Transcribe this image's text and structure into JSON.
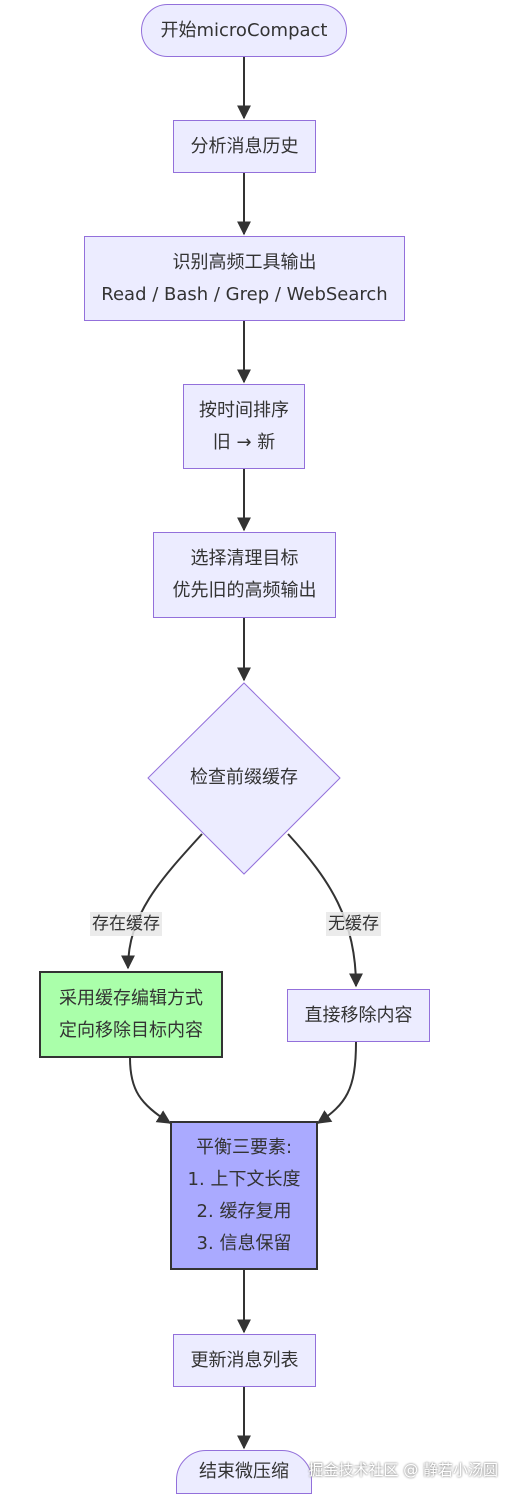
{
  "nodes": {
    "start": "开始microCompact",
    "analyze": "分析消息历史",
    "identify": {
      "line1": "识别高频工具输出",
      "line2": "Read / Bash / Grep / WebSearch"
    },
    "sort": {
      "line1": "按时间排序",
      "line2": "旧 → 新"
    },
    "select": {
      "line1": "选择清理目标",
      "line2": "优先旧的高频输出"
    },
    "check": "检查前缀缓存",
    "cached_path": {
      "line1": "采用缓存编辑方式",
      "line2": "定向移除目标内容"
    },
    "direct_remove": "直接移除内容",
    "balance": {
      "line1": "平衡三要素:",
      "line2": "1. 上下文长度",
      "line3": "2. 缓存复用",
      "line4": "3. 信息保留"
    },
    "update": "更新消息列表",
    "end": "结束微压缩"
  },
  "edge_labels": {
    "has_cache": "存在缓存",
    "no_cache": "无缓存"
  },
  "watermark": "掘金技术社区 @ 静若小汤圆",
  "colors": {
    "node_fill": "#ececff",
    "node_stroke": "#9370db",
    "green_fill": "#aaffaa",
    "purple_fill": "#aaaaff",
    "edge": "#333333"
  }
}
